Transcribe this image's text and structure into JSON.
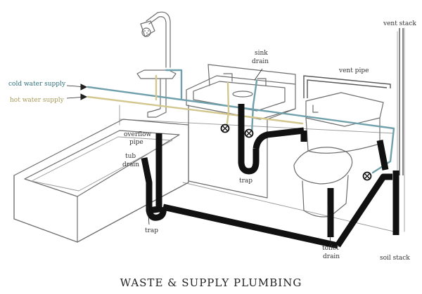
{
  "diagram": {
    "title": "WASTE & SUPPLY PLUMBING",
    "labels": {
      "vent_stack": "vent stack",
      "vent_pipe": "vent pipe",
      "sink_drain_line1": "sink",
      "sink_drain_line2": "drain",
      "cold_water_supply": "cold water supply",
      "hot_water_supply": "hot water supply",
      "overflow_pipe_line1": "overflow",
      "overflow_pipe_line2": "pipe",
      "tub_drain_line1": "tub",
      "tub_drain_line2": "drain",
      "trap_sink": "trap",
      "trap_tub": "trap",
      "toilet_drain_line1": "toilet",
      "toilet_drain_line2": "drain",
      "soil_stack": "soil stack"
    },
    "colors": {
      "cold_water": "#6fa0ab",
      "hot_water": "#d3c78e",
      "waste_pipe": "#111111",
      "fixture_outline": "#6d6d6d"
    },
    "icons": [
      "shower-head-icon",
      "valve-icon"
    ]
  }
}
